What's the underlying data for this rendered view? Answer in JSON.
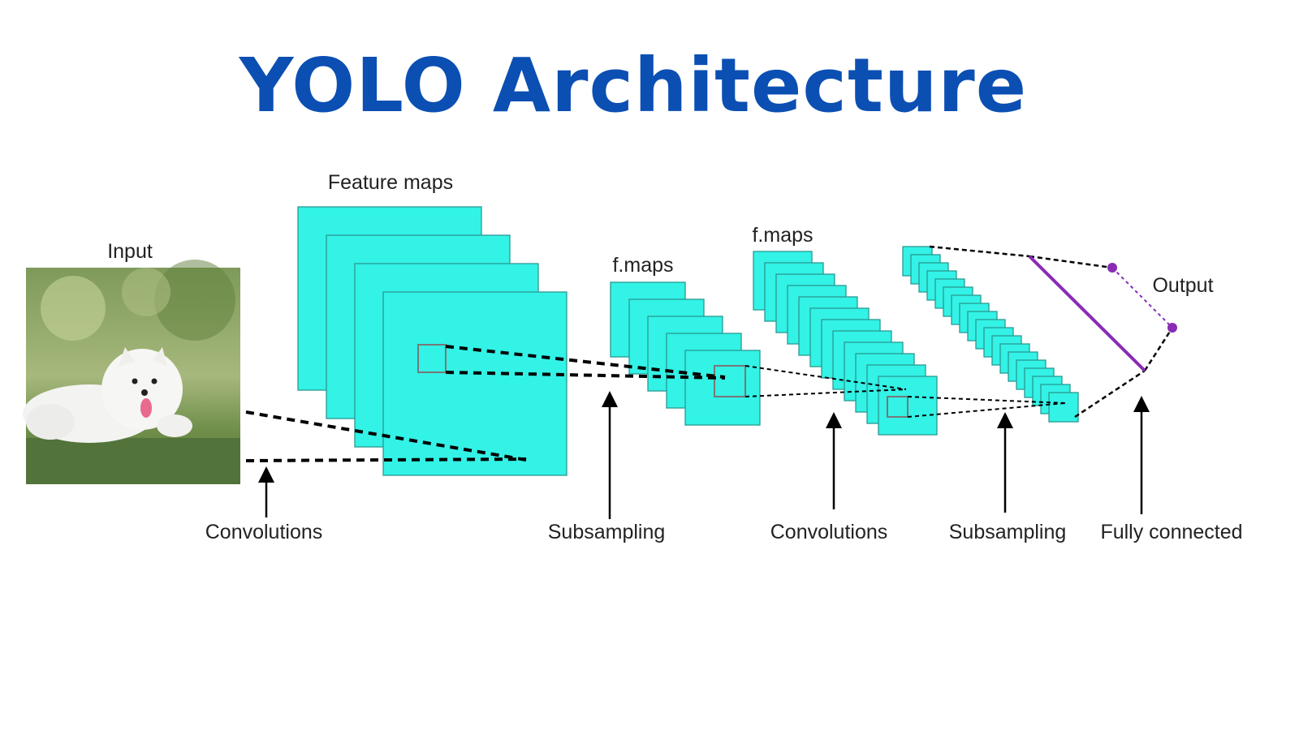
{
  "title": "YOLO Architecture",
  "labels": {
    "input": "Input",
    "feature_maps": "Feature maps",
    "fmaps_1": "f.maps",
    "fmaps_2": "f.maps",
    "output": "Output"
  },
  "stages": [
    "Convolutions",
    "Subsampling",
    "Convolutions",
    "Subsampling",
    "Fully connected"
  ],
  "colors": {
    "title": "#0b4fb3",
    "feature_map": "#33f2e6",
    "output_line": "#8a2bb5",
    "text": "#222222"
  },
  "input_image": "white-dog-on-grass-photo"
}
